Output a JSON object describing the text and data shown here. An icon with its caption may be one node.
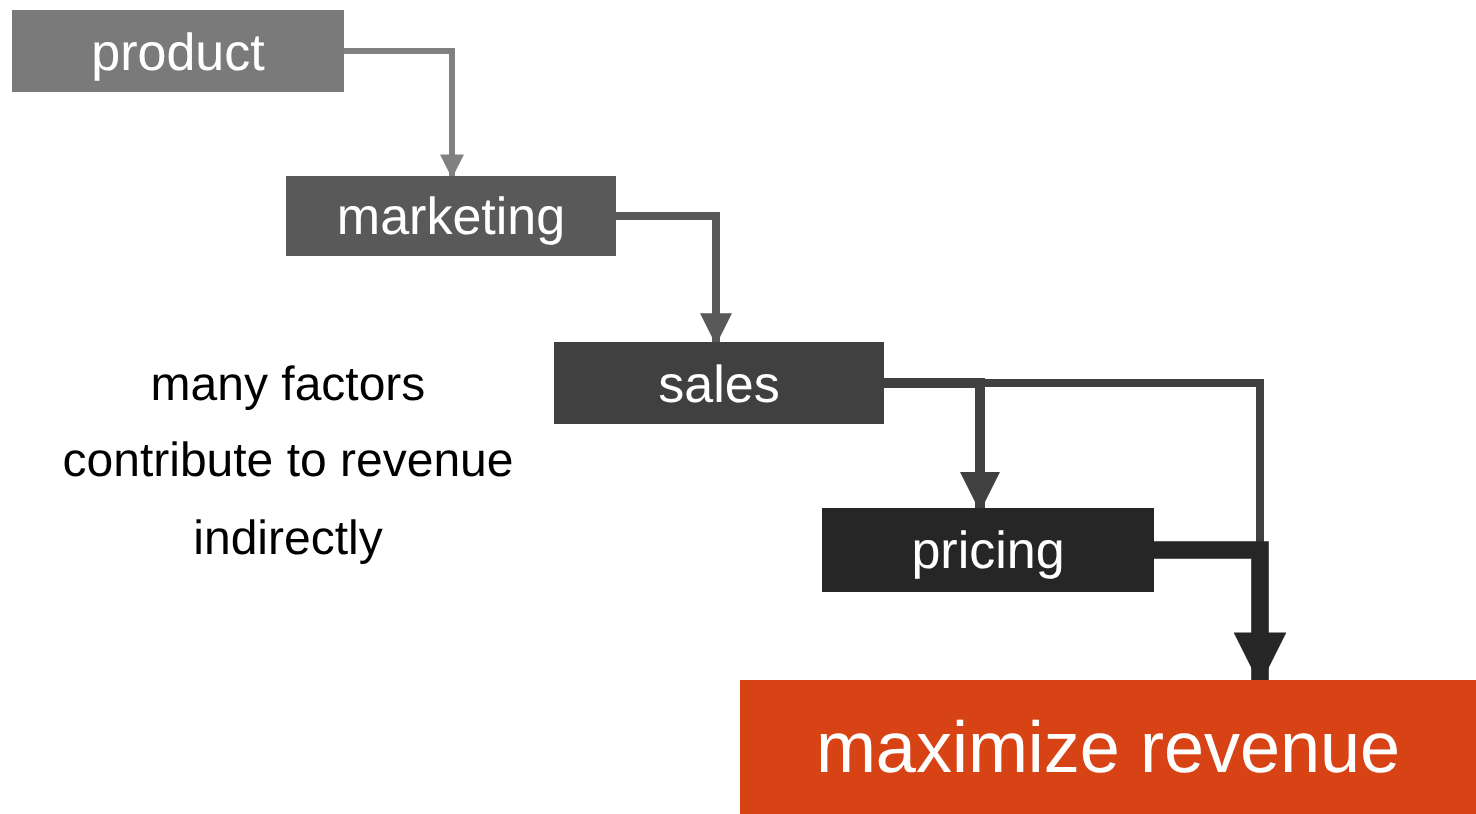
{
  "diagram": {
    "nodes": [
      {
        "text": [
          "product"
        ]
      },
      {
        "text": [
          "marketing"
        ]
      },
      {
        "text": [
          "sales"
        ]
      },
      {
        "text": [
          "pricing"
        ]
      },
      {
        "text": [
          "maximize revenue"
        ]
      }
    ],
    "edges": [
      {
        "from": 0,
        "to": 1,
        "arrow": "to",
        "color": "#808080"
      },
      {
        "from": 1,
        "to": 2,
        "arrow": "to",
        "color": "#595959"
      },
      {
        "from": 2,
        "to": 3,
        "arrow": "to",
        "color": "#404040"
      },
      {
        "from": 2,
        "to": 4,
        "arrow": "to",
        "color": "#404040"
      },
      {
        "from": 3,
        "to": 4,
        "arrow": "to",
        "color": "#262626",
        "style": "thick"
      }
    ],
    "labels": [
      "many factors contribute to revenue indirectly"
    ]
  }
}
